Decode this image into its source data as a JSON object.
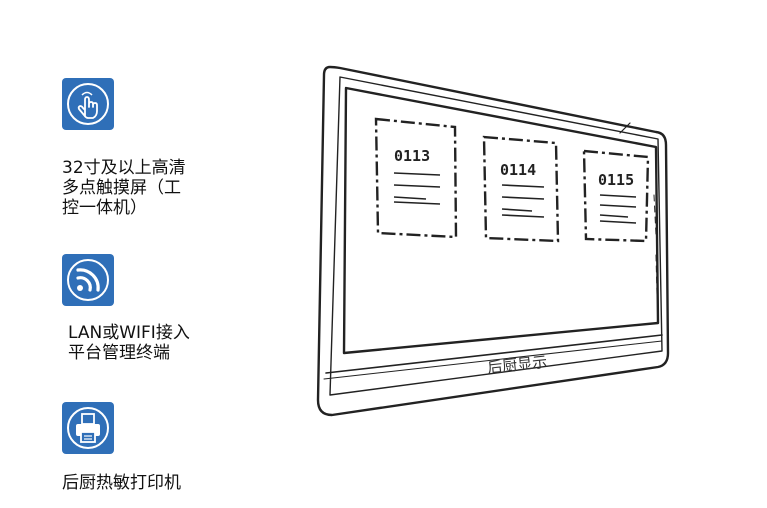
{
  "features": [
    {
      "icon": "hand-touch-icon",
      "text": "32寸及以上高清\n多点触摸屏（工\n控一体机）"
    },
    {
      "icon": "wifi-signal-icon",
      "text": "LAN或WIFI接入\n平台管理终端"
    },
    {
      "icon": "printer-icon",
      "text": "后厨热敏打印机"
    }
  ],
  "screen": {
    "tickets": [
      {
        "number": "0113"
      },
      {
        "number": "0114"
      },
      {
        "number": "0115"
      }
    ],
    "bottom_label": "后厨显示"
  },
  "colors": {
    "icon_bg": "#2f6fb8",
    "icon_fg": "#ffffff",
    "sketch_line": "#222222"
  }
}
